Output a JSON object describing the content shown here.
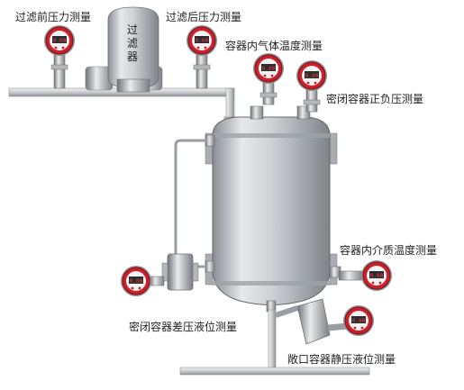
{
  "filter": {
    "text": "过滤器"
  },
  "labels": {
    "filter_inlet": "过滤前压力测量",
    "filter_outlet": "过滤后压力测量",
    "gas_temp": "容器内气体温度测量",
    "sealed_negative": "密闭容器正负压测量",
    "medium_temp": "容器内介质温度测量",
    "diff_level": "密闭容器差压液位测量",
    "static_level": "敞口容器静压液位测量"
  },
  "gauge": {
    "readout": "0.00"
  },
  "colors": {
    "gauge_red": "#cc1f2a",
    "pipe": "#d9dadc",
    "tank_body": "#c3c7cb",
    "text": "#222222"
  }
}
